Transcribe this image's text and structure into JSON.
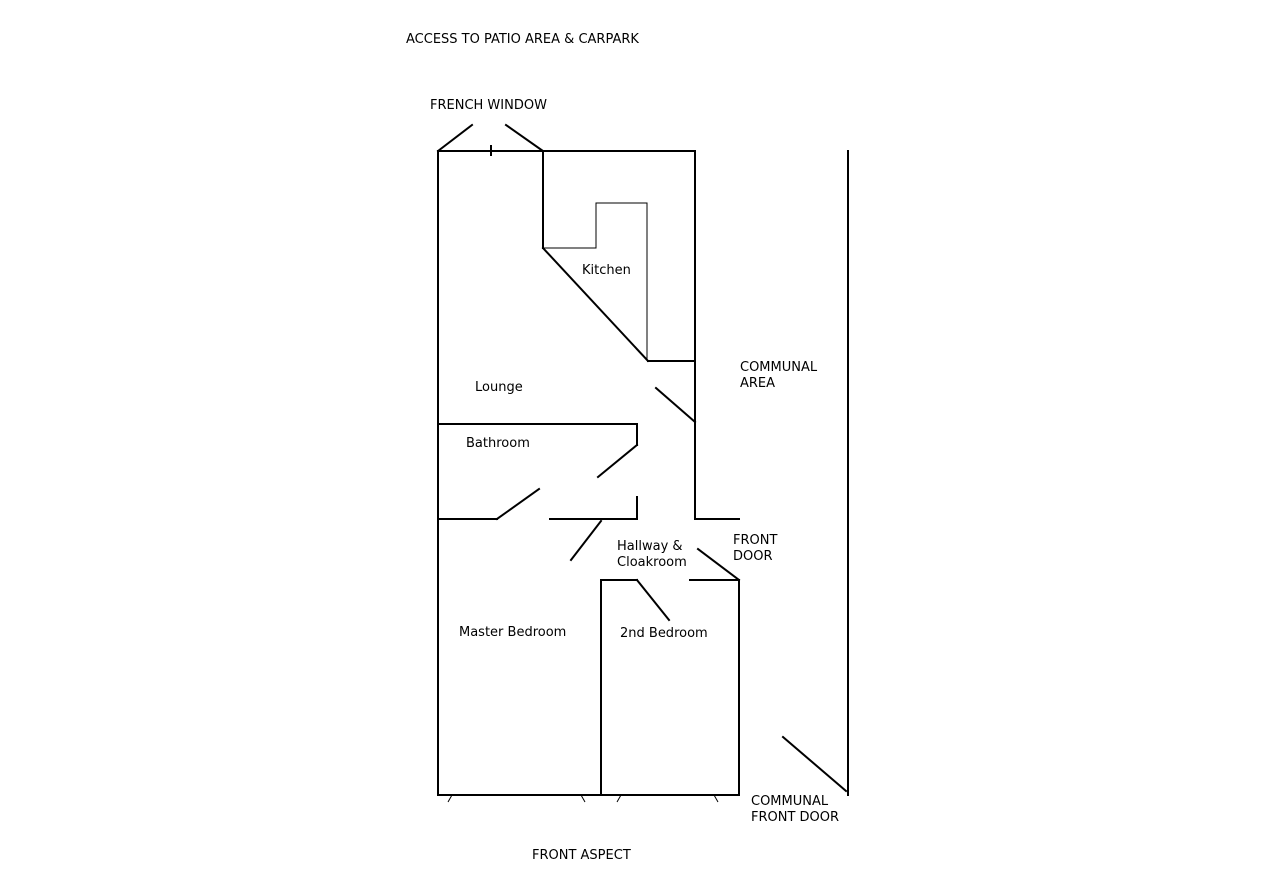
{
  "labels": {
    "access": "ACCESS TO PATIO AREA & CARPARK",
    "french_window": "FRENCH WINDOW",
    "kitchen": "Kitchen",
    "communal_area": [
      "COMMUNAL",
      "AREA"
    ],
    "lounge": "Lounge",
    "bathroom": "Bathroom",
    "front_door": [
      "FRONT",
      "DOOR"
    ],
    "hallway": [
      "Hallway &",
      "Cloakroom"
    ],
    "master_bedroom": "Master Bedroom",
    "second_bedroom": "2nd Bedroom",
    "communal_front_door": [
      "COMMUNAL",
      "FRONT DOOR"
    ],
    "front_aspect": "FRONT ASPECT"
  }
}
